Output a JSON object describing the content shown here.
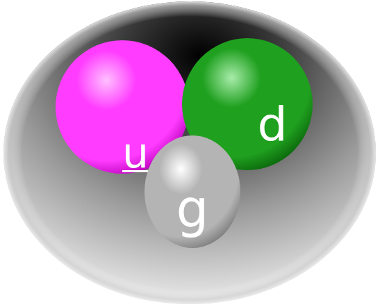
{
  "diagram": {
    "nodes": [
      {
        "text": [
          "u"
        ]
      },
      {
        "text": [
          "d"
        ]
      },
      {
        "text": [
          "g"
        ]
      }
    ]
  }
}
